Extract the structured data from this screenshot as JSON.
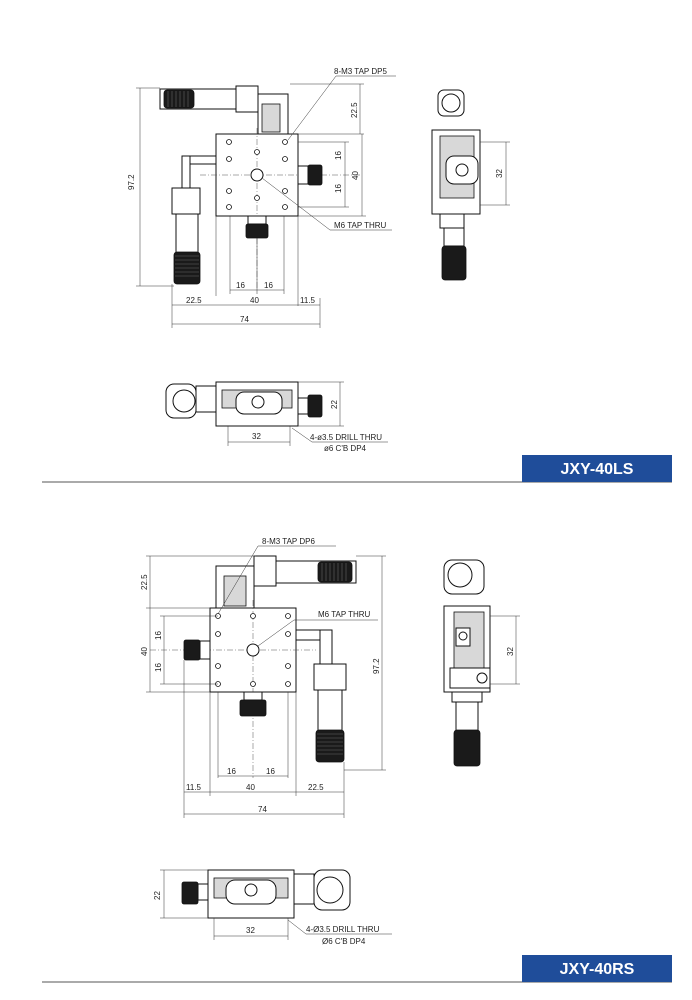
{
  "sections": [
    {
      "model": "JXY-40LS",
      "top_view": {
        "callout_top": "8-M3 TAP DP5",
        "callout_center": "M6 TAP THRU",
        "dims": {
          "height_total": "97.2",
          "top_offset": "22.5",
          "right_16a": "16",
          "right_40": "40",
          "right_16b": "16",
          "bottom_16a": "16",
          "bottom_16b": "16",
          "bottom_22_5": "22.5",
          "bottom_40": "40",
          "bottom_11_5": "11.5",
          "bottom_74": "74"
        }
      },
      "side_view": {
        "dim_32": "32"
      },
      "front_view": {
        "dim_22": "22",
        "dim_32": "32",
        "callout_line1": "4-ø3.5 DRILL THRU",
        "callout_line2": "ø6 C'B DP4"
      }
    },
    {
      "model": "JXY-40RS",
      "top_view": {
        "callout_top": "8-M3 TAP DP6",
        "callout_center": "M6 TAP THRU",
        "dims": {
          "top_offset": "22.5",
          "left_16a": "16",
          "left_40": "40",
          "left_16b": "16",
          "height_total": "97.2",
          "bottom_16a": "16",
          "bottom_16b": "16",
          "bottom_11_5": "11.5",
          "bottom_40": "40",
          "bottom_22_5": "22.5",
          "bottom_74": "74"
        }
      },
      "side_view": {
        "dim_32": "32"
      },
      "front_view": {
        "dim_22": "22",
        "dim_32": "32",
        "callout_line1": "4-Ø3.5 DRILL THRU",
        "callout_line2": "Ø6 C'B DP4"
      }
    }
  ],
  "colors": {
    "banner": "#1f4d9a",
    "rule": "#555555",
    "line": "#111111"
  }
}
